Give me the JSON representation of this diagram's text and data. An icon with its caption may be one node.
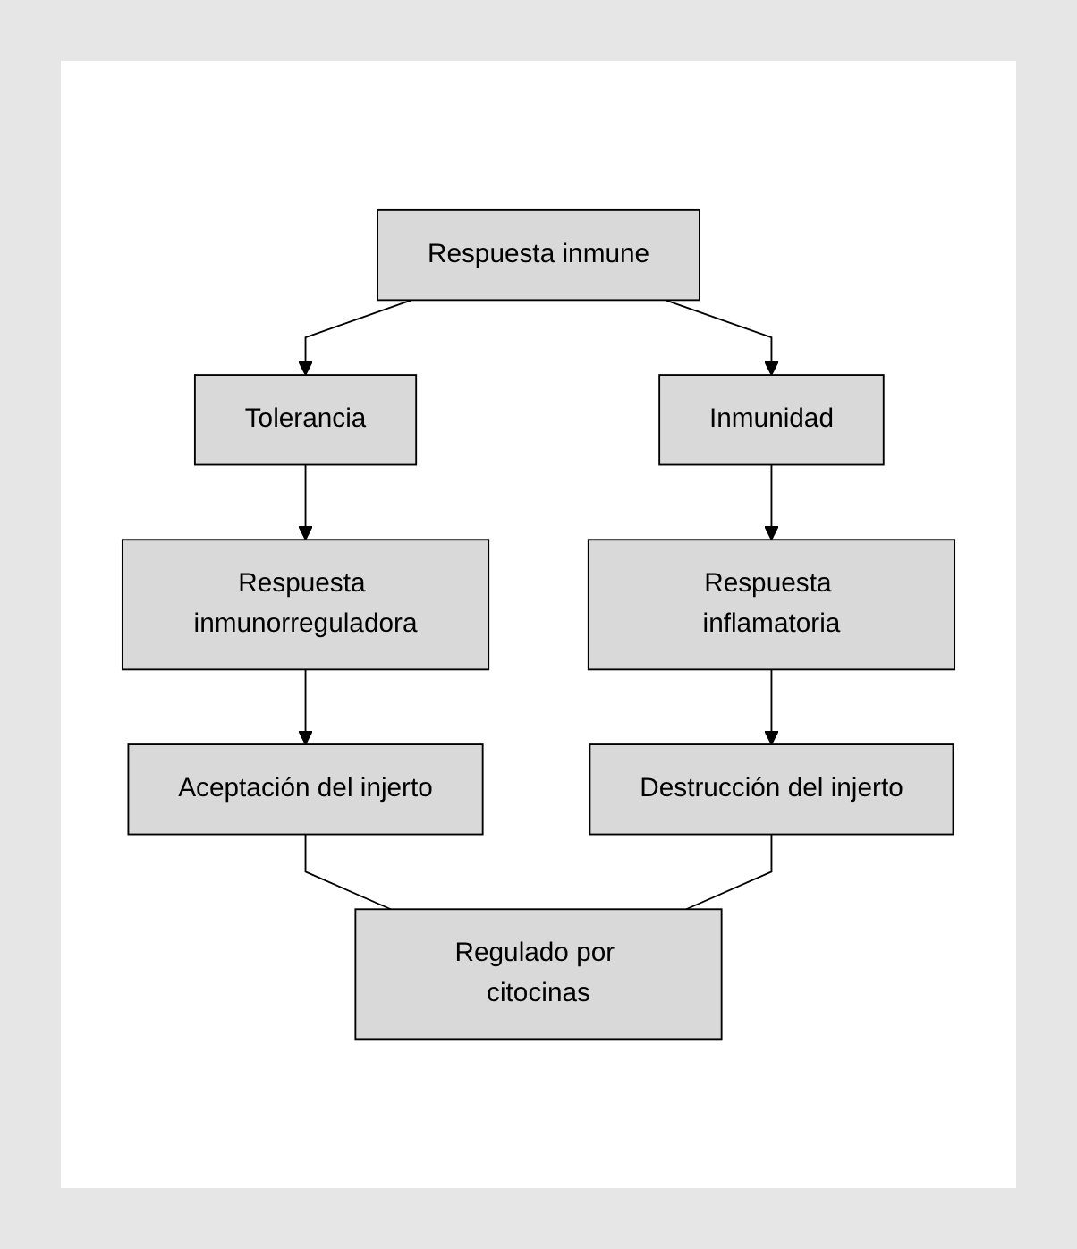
{
  "diagram": {
    "nodes": [
      {
        "text": [
          "Respuesta inmune"
        ]
      },
      {
        "text": [
          "Tolerancia"
        ]
      },
      {
        "text": [
          "Inmunidad"
        ]
      },
      {
        "text": [
          "Respuesta inmunorreguladora"
        ]
      },
      {
        "text": [
          "Respuesta inflamatoria"
        ]
      },
      {
        "text": [
          "Aceptación del injerto"
        ]
      },
      {
        "text": [
          "Destrucción del injerto"
        ]
      },
      {
        "text": [
          "Regulado por citocinas"
        ]
      }
    ],
    "edges": [
      {
        "from": 0,
        "to": 1,
        "arrow": "to"
      },
      {
        "from": 0,
        "to": 2,
        "arrow": "to"
      },
      {
        "from": 1,
        "to": 3,
        "arrow": "to"
      },
      {
        "from": 2,
        "to": 4,
        "arrow": "to"
      },
      {
        "from": 3,
        "to": 5,
        "arrow": "to"
      },
      {
        "from": 4,
        "to": 6,
        "arrow": "to"
      },
      {
        "from": 5,
        "to": 7,
        "arrow": "none"
      },
      {
        "from": 6,
        "to": 7,
        "arrow": "none"
      }
    ]
  }
}
